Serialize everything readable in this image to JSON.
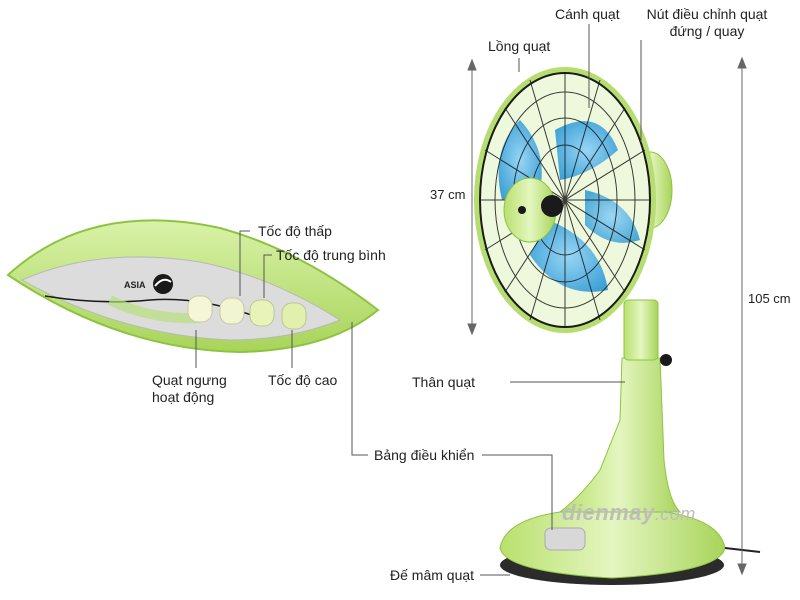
{
  "labels": {
    "canh_quat": "Cánh quạt",
    "nut_dieu_chinh_line1": "Nút điều chỉnh quạt",
    "nut_dieu_chinh_line2": "đứng / quay",
    "long_quat": "Lồng quạt",
    "height_37": "37 cm",
    "height_105": "105 cm",
    "toc_do_thap": "Tốc độ thấp",
    "toc_do_trung_binh": "Tốc độ trung bình",
    "quat_ngung_line1": "Quạt ngưng",
    "quat_ngung_line2": "hoạt động",
    "toc_do_cao": "Tốc độ cao",
    "than_quat": "Thân quạt",
    "bang_dieu_khien": "Bảng điều khiển",
    "de_mam_quat": "Đế mâm quạt"
  },
  "brand": {
    "logo_text": "ASIA",
    "watermark_main": "dienmay",
    "watermark_tld": ".com"
  },
  "colors": {
    "fan_green": "#c8e88a",
    "fan_green_dark": "#9fcf4a",
    "blade_blue": "#4fb1e8",
    "cage_black": "#1a1a1a"
  }
}
